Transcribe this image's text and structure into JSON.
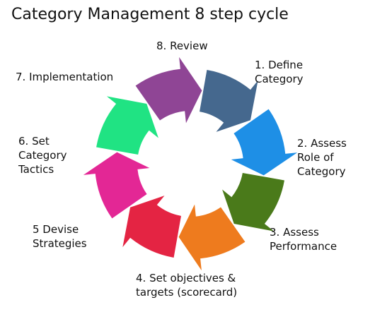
{
  "title": "Category Management 8 step cycle",
  "steps": [
    {
      "lines": [
        "1. Define",
        "Category"
      ],
      "color": "#45688e"
    },
    {
      "lines": [
        "2. Assess",
        "Role of",
        "Category"
      ],
      "color": "#1e8fe6"
    },
    {
      "lines": [
        "3. Assess",
        "Performance"
      ],
      "color": "#4a7a1a"
    },
    {
      "lines": [
        "4. Set objectives &",
        "targets (scorecard)"
      ],
      "color": "#ee7b1e"
    },
    {
      "lines": [
        "5 Devise",
        "Strategies"
      ],
      "color": "#e42443"
    },
    {
      "lines": [
        "6. Set",
        "Category",
        "Tactics"
      ],
      "color": "#e32795"
    },
    {
      "lines": [
        "7. Implementation"
      ],
      "color": "#20e383"
    },
    {
      "lines": [
        "8. Review"
      ],
      "color": "#8f4595"
    }
  ]
}
